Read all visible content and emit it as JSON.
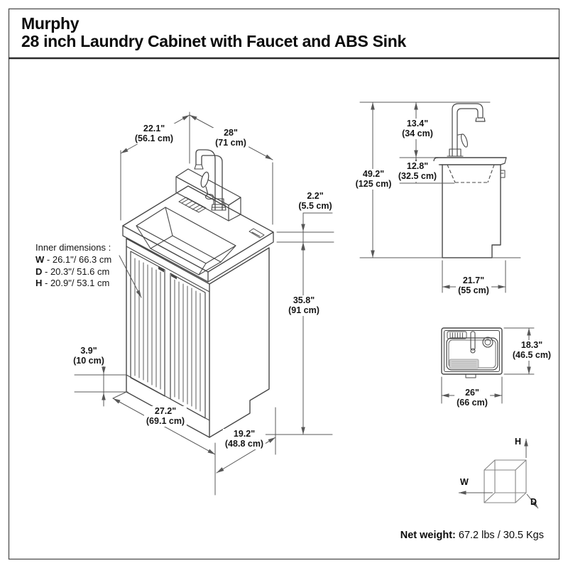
{
  "title": {
    "line1": "Murphy",
    "line2": "28 inch Laundry Cabinet with Faucet and ABS Sink"
  },
  "colors": {
    "drawing_line": "#474747",
    "dimension_line": "#585858",
    "text": "#111111",
    "washboard_fill": "#cfcfcf",
    "background": "#ffffff"
  },
  "main_view": {
    "dims": {
      "depth_top": {
        "in": "22.1\"",
        "cm": "(56.1 cm)"
      },
      "width_top": {
        "in": "28\"",
        "cm": "(71 cm)"
      },
      "counter_thickness": {
        "in": "2.2\"",
        "cm": "(5.5 cm)"
      },
      "floor_to_counter": {
        "in": "35.8\"",
        "cm": "(91 cm)"
      },
      "toe_kick": {
        "in": "3.9\"",
        "cm": "(10 cm)"
      },
      "width_bottom": {
        "in": "27.2\"",
        "cm": "(69.1 cm)"
      },
      "depth_bottom": {
        "in": "19.2\"",
        "cm": "(48.8 cm)"
      }
    },
    "inner_dimensions": {
      "heading": "Inner dimensions :",
      "rows": [
        {
          "k": "W",
          "v": "- 26.1\"/ 66.3 cm"
        },
        {
          "k": "D",
          "v": "- 20.3\"/ 51.6 cm"
        },
        {
          "k": "H",
          "v": "- 20.9\"/ 53.1 cm"
        }
      ]
    }
  },
  "side_view": {
    "dims": {
      "faucet_above_counter": {
        "in": "13.4\"",
        "cm": "(34 cm)"
      },
      "total_height": {
        "in": "49.2\"",
        "cm": "(125 cm)"
      },
      "sink_inner_depth": {
        "in": "12.8\"",
        "cm": "(32.5 cm)"
      },
      "base_depth": {
        "in": "21.7\"",
        "cm": "(55 cm)"
      }
    }
  },
  "top_view": {
    "dims": {
      "depth": {
        "in": "18.3\"",
        "cm": "(46.5 cm)"
      },
      "width": {
        "in": "26\"",
        "cm": "(66 cm)"
      }
    }
  },
  "axis_cube": {
    "w": "W",
    "h": "H",
    "d": "D"
  },
  "footer": {
    "net_weight_label": "Net weight:",
    "net_weight_value": "67.2 lbs / 30.5 Kgs"
  }
}
